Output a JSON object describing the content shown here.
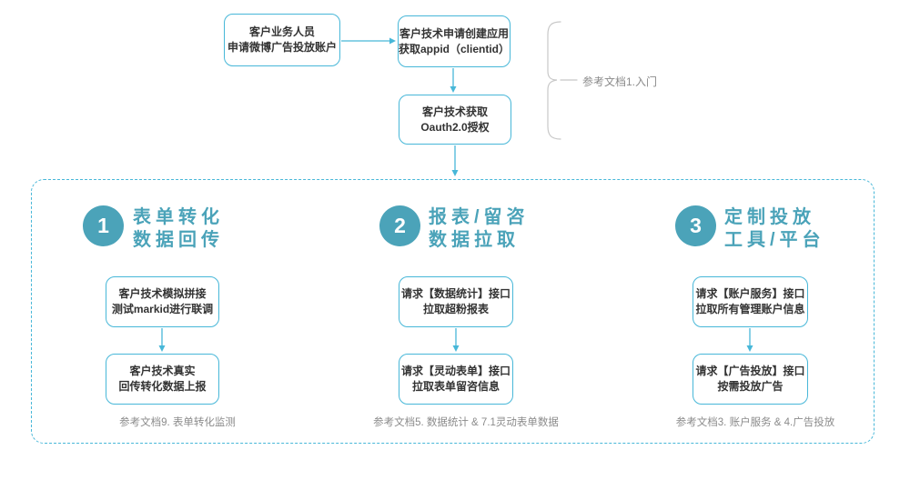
{
  "colors": {
    "accent_cyan": "#47b7d8",
    "teal": "#4ba3b9",
    "box_text": "#333333",
    "muted_text": "#8b8b8b",
    "bracket_gray": "#c8c8c8"
  },
  "top_flow": {
    "business_box": {
      "line1": "客户业务人员",
      "line2": "申请微博广告投放账户"
    },
    "create_app_box": {
      "line1": "客户技术申请创建应用",
      "line2": "获取appid（clientid）"
    },
    "oauth_box": {
      "line1": "客户技术获取",
      "line2": "Oauth2.0授权"
    },
    "bracket_label": "参考文档1.入门"
  },
  "sections": [
    {
      "number": "1",
      "title_line1": "表单转化",
      "title_line2": "数据回传",
      "step1": {
        "line1": "客户技术模拟拼接",
        "line2": "测试markid进行联调"
      },
      "step2": {
        "line1": "客户技术真实",
        "line2": "回传转化数据上报"
      },
      "footnote": "参考文档9. 表单转化监测"
    },
    {
      "number": "2",
      "title_line1": "报表/留咨",
      "title_line2": "数据拉取",
      "step1": {
        "line1": "请求【数据统计】接口",
        "line2": "拉取超粉报表"
      },
      "step2": {
        "line1": "请求【灵动表单】接口",
        "line2": "拉取表单留咨信息"
      },
      "footnote": "参考文档5. 数据统计 & 7.1灵动表单数据"
    },
    {
      "number": "3",
      "title_line1": "定制投放",
      "title_line2": "工具/平台",
      "step1": {
        "line1": "请求【账户服务】接口",
        "line2": "拉取所有管理账户信息"
      },
      "step2": {
        "line1": "请求【广告投放】接口",
        "line2": "按需投放广告"
      },
      "footnote": "参考文档3. 账户服务 & 4.广告投放"
    }
  ]
}
